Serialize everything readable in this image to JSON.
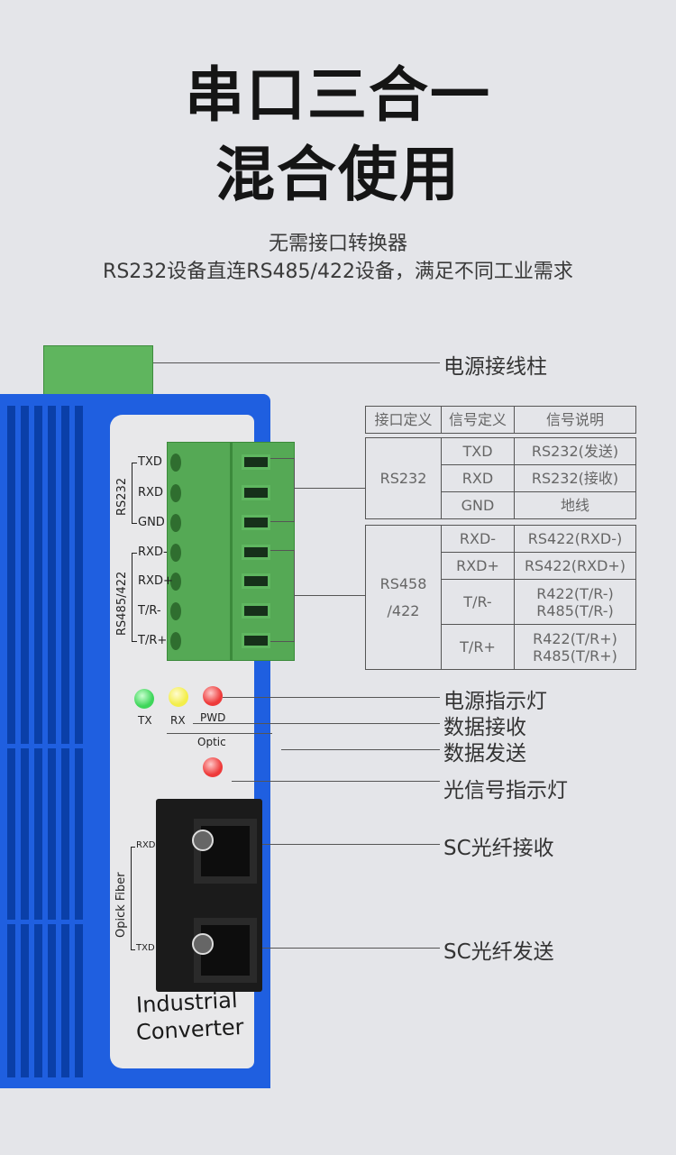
{
  "header": {
    "title_line1": "串口三合一",
    "title_line2": "混合使用",
    "subtitle_line1": "无需接口转换器",
    "subtitle_line2": "RS232设备直连RS485/422设备，满足不同工业需求"
  },
  "device": {
    "group_rs232": "RS232",
    "group_rs485": "RS485/422",
    "pins": [
      "TXD",
      "RXD",
      "GND",
      "RXD-",
      "RXD+",
      "T/R-",
      "T/R+"
    ],
    "leds": [
      {
        "label": "TX",
        "color": "#3ed65a"
      },
      {
        "label": "RX",
        "color": "#f3ee4a"
      },
      {
        "label": "PWD",
        "color": "#ee3a3a"
      }
    ],
    "optic_label": "Optic",
    "optic_led_color": "#ee3a3a",
    "fiber_group": "Opick Fiber",
    "fiber_rxd": "RXD",
    "fiber_txd": "TXD",
    "brand_line1": "Industrial",
    "brand_line2": "Converter",
    "body_color": "#1f5fe0"
  },
  "callouts": {
    "power_terminal": "电源接线柱",
    "power_led": "电源指示灯",
    "data_rx": "数据接收",
    "data_tx": "数据发送",
    "optic_led": "光信号指示灯",
    "sc_rx": "SC光纤接收",
    "sc_tx": "SC光纤发送"
  },
  "table": {
    "headers": [
      "接口定义",
      "信号定义",
      "信号说明"
    ],
    "rs232": {
      "name": "RS232",
      "rows": [
        [
          "TXD",
          "RS232(发送)"
        ],
        [
          "RXD",
          "RS232(接收)"
        ],
        [
          "GND",
          "地线"
        ]
      ]
    },
    "rs485": {
      "name_line1": "RS458",
      "name_line2": "/422",
      "rows": [
        [
          "RXD-",
          "RS422(RXD-)"
        ],
        [
          "RXD+",
          "RS422(RXD+)"
        ],
        [
          "T/R-",
          "R422(T/R-)",
          "R485(T/R-)"
        ],
        [
          "T/R+",
          "R422(T/R+)",
          "R485(T/R+)"
        ]
      ]
    }
  }
}
